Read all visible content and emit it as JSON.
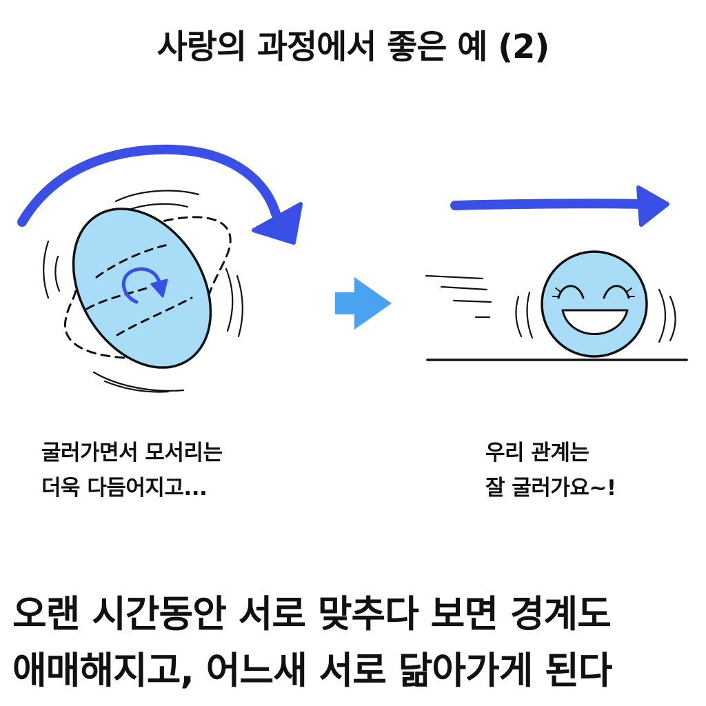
{
  "title": "사랑의 과정에서 좋은 예 (2)",
  "left_caption": {
    "line1": "굴러가면서 모서리는",
    "line2": "더욱 다듬어지고..."
  },
  "right_caption": {
    "line1": "우리 관계는",
    "line2": "잘 굴러가요~!"
  },
  "bottom_text": {
    "line1": "오랜 시간동안 서로 맞추다 보면 경계도",
    "line2": "애매해지고, 어느새 서로 닮아가게 된다"
  },
  "colors": {
    "arrow_blue": "#3a4fe6",
    "shape_fill": "#a8dcf7",
    "transition_arrow": "#4aa3f0",
    "ink": "#111111"
  },
  "icons": [
    "curved-arrow-icon",
    "rotation-arrow-icon",
    "right-arrow-icon",
    "straight-arrow-icon",
    "smiling-ball-icon"
  ]
}
